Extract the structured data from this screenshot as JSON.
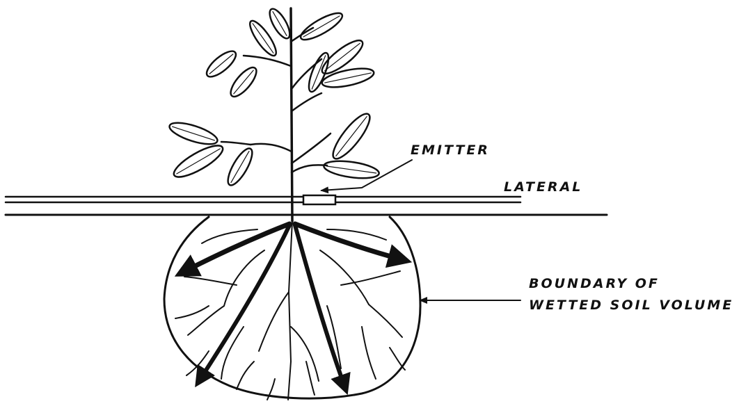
{
  "labels": {
    "emitter": "EMITTER",
    "lateral": "LATERAL",
    "boundary_line1": "BOUNDARY OF",
    "boundary_line2": "WETTED SOIL VOLUME"
  },
  "colors": {
    "ink": "#111111",
    "background": "#ffffff"
  }
}
